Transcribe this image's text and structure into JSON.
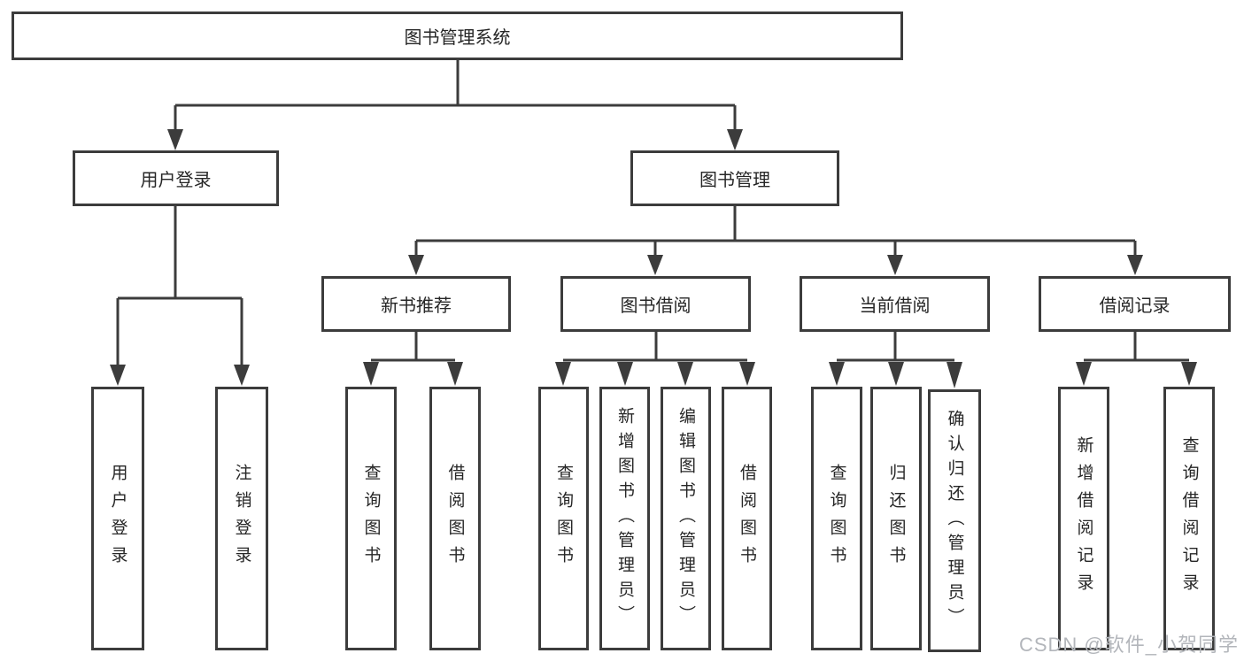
{
  "title": {
    "label": "图书管理系统"
  },
  "level2": [
    {
      "label": "用户登录"
    },
    {
      "label": "图书管理"
    }
  ],
  "level3": [
    {
      "label": "新书推荐"
    },
    {
      "label": "图书借阅"
    },
    {
      "label": "当前借阅"
    },
    {
      "label": "借阅记录"
    }
  ],
  "leaves": {
    "user_login": [
      {
        "label": "用户登录"
      },
      {
        "label": "注销登录"
      }
    ],
    "new_book": [
      {
        "label": "查询图书"
      },
      {
        "label": "借阅图书"
      }
    ],
    "book_borrow": [
      {
        "label": "查询图书"
      },
      {
        "label": "新增图书（管理员）"
      },
      {
        "label": "编辑图书（管理员）"
      },
      {
        "label": "借阅图书"
      }
    ],
    "current_borrow": [
      {
        "label": "查询图书"
      },
      {
        "label": "归还图书"
      },
      {
        "label": "确认归还（管理员）"
      }
    ],
    "borrow_record": [
      {
        "label": "新增借阅记录"
      },
      {
        "label": "查询借阅记录"
      }
    ]
  },
  "watermark": "CSDN @软件_小贺同学",
  "colors": {
    "line": "#3c3c3c",
    "text": "#262626",
    "watermark": "#b3b6bb",
    "background": "#ffffff"
  }
}
